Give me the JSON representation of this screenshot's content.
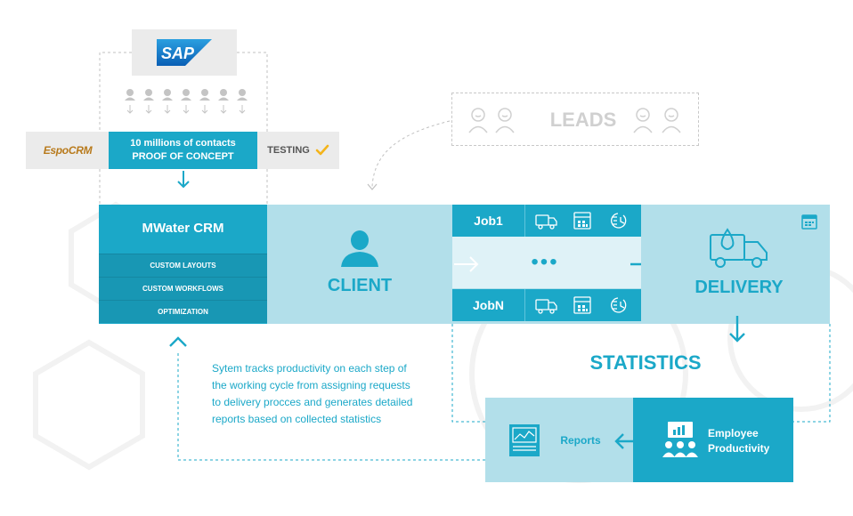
{
  "top": {
    "sap_logo": "SAP",
    "espo_logo": "EspoCRM",
    "poc_line1": "10 millions of contacts",
    "poc_line2": "PROOF OF CONCEPT",
    "testing_label": "TESTING"
  },
  "leads": {
    "label": "LEADS"
  },
  "mwater": {
    "title": "MWater CRM",
    "features": [
      "CUSTOM LAYOUTS",
      "CUSTOM WORKFLOWS",
      "OPTIMIZATION"
    ]
  },
  "client": {
    "label": "CLIENT"
  },
  "jobs": {
    "first": "Job1",
    "last": "JobN",
    "dots": "•••"
  },
  "delivery": {
    "label": "DELIVERY"
  },
  "statistics": {
    "label": "STATISTICS"
  },
  "description": {
    "line1": "Sytem tracks productivity on each step of",
    "line2": "the working cycle from assigning requests",
    "line3": "to delivery procces and generates detailed",
    "line4": "reports based on collected statistics"
  },
  "reports": {
    "label": "Reports"
  },
  "employee": {
    "line1": "Employee",
    "line2": "Productivity"
  },
  "colors": {
    "accent": "#1ba8c8",
    "light": "#b2dfea",
    "dark": "#1897b4",
    "gray": "#ebebeb",
    "check": "#f4b41a"
  }
}
